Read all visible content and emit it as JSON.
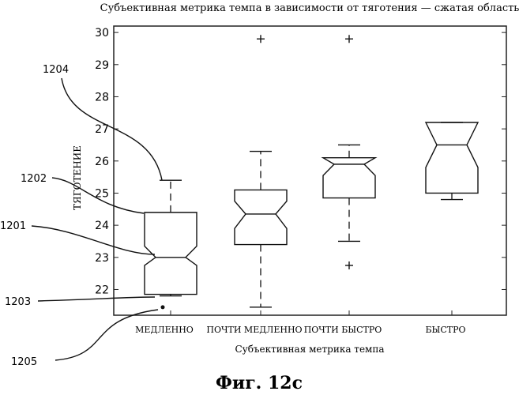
{
  "chart_data": {
    "type": "boxplot",
    "title": "Субъективная метрика темпа в зависимости от тяготения — сжатая область",
    "xlabel": "Субъективная метрика темпа",
    "ylabel": "ТЯГОТЕНИЕ",
    "ylim": [
      21.2,
      30.2
    ],
    "yticks": [
      22,
      23,
      24,
      25,
      26,
      27,
      28,
      29,
      30
    ],
    "categories": [
      "МЕДЛЕННО",
      "ПОЧТИ МЕДЛЕННО",
      "ПОЧТИ БЫСТРО",
      "БЫСТРО"
    ],
    "notched": true,
    "boxes": [
      {
        "category": "МЕДЛЕННО",
        "whisker_low": 21.8,
        "q1": 21.85,
        "notch_low": 22.75,
        "median": 23.0,
        "notch_high": 23.35,
        "q3": 24.4,
        "whisker_high": 25.4,
        "outliers": [
          21.45
        ]
      },
      {
        "category": "ПОЧТИ МЕДЛЕННО",
        "whisker_low": 21.45,
        "q1": 23.4,
        "notch_low": 23.9,
        "median": 24.35,
        "notch_high": 24.75,
        "q3": 25.1,
        "whisker_high": 26.3,
        "outliers": [
          29.8
        ]
      },
      {
        "category": "ПОЧТИ БЫСТРО",
        "whisker_low": 23.5,
        "q1": 24.85,
        "notch_low": 25.55,
        "median": 25.9,
        "notch_high": 26.1,
        "q3": 26.1,
        "whisker_high": 26.5,
        "outliers": [
          22.75,
          29.8
        ]
      },
      {
        "category": "БЫСТРО",
        "whisker_low": 24.8,
        "q1": 25.0,
        "notch_low": 25.8,
        "median": 26.5,
        "notch_high": 27.2,
        "q3": 27.2,
        "whisker_high": 27.2,
        "outliers": []
      }
    ],
    "grid": false
  },
  "annotations": [
    "1204",
    "1202",
    "1201",
    "1203",
    "1205"
  ],
  "caption": "Фиг. 12с"
}
